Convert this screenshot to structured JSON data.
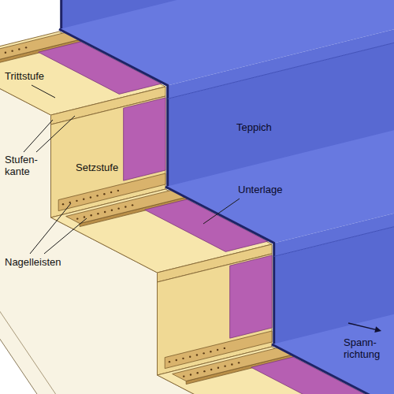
{
  "diagram": {
    "labels": [
      "Trittstufe",
      "Stufen- kante",
      "Setzstufe",
      "Nagelleisten",
      "Teppich",
      "Unterlage",
      "Spann- richtung"
    ]
  }
}
